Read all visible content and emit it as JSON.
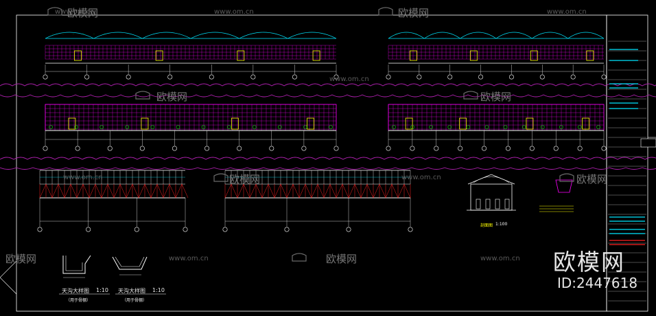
{
  "watermark": {
    "site": "www.om.cn",
    "brand": "欧模网",
    "big_brand": "欧模网",
    "id_label": "ID:2447618"
  },
  "drawings": {
    "detail_left": {
      "title": "天沟大样图",
      "scale": "1:10",
      "note": "（用于骨棚）"
    },
    "detail_right": {
      "title": "天沟大样图",
      "scale": "1:10",
      "note": "（用于骨棚）"
    },
    "section": {
      "title": "剖面图",
      "scale": "1:100"
    }
  },
  "colors": {
    "background": "#000000",
    "frame": "#ffffff",
    "cloud": "#b020b0",
    "grid": "#ff00ff",
    "cyan": "#00e5ff",
    "yellow": "#ffff00",
    "green": "#00e000",
    "red": "#ff2020",
    "white": "#ffffff"
  }
}
